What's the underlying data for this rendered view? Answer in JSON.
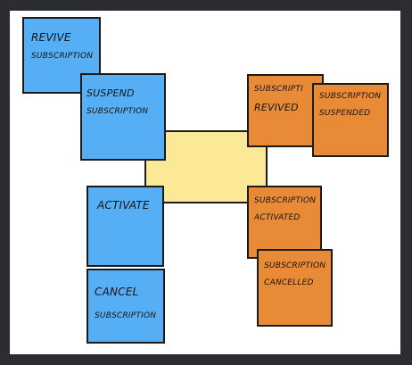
{
  "notes": {
    "revive": {
      "line1": "Revive",
      "line2": "Subscription",
      "color": "#56aef5"
    },
    "suspend": {
      "line1": "Suspend",
      "line2": "Subscription",
      "color": "#56aef5"
    },
    "activate": {
      "line1": "Activate",
      "color": "#56aef5"
    },
    "cancel": {
      "line1": "Cancel",
      "line2": "Subscription",
      "color": "#56aef5"
    },
    "center": {
      "color": "#fbe997"
    },
    "revived": {
      "line1": "Subscripti",
      "line2": "Revived",
      "color": "#e98a37"
    },
    "suspended": {
      "line1": "Subscription",
      "line2": "Suspended",
      "color": "#e98a37"
    },
    "activated": {
      "line1": "Subscription",
      "line2": "Activated",
      "color": "#e98a37"
    },
    "cancelled": {
      "line1": "Subscription",
      "line2": "Cancelled",
      "color": "#e98a37"
    }
  }
}
